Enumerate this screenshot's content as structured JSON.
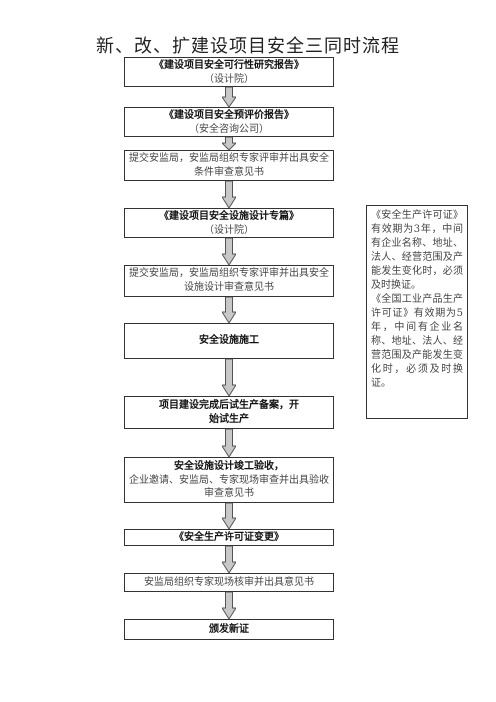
{
  "title": "新、改、扩建设项目安全三同时流程",
  "steps": [
    {
      "main": "《建设项目安全可行性研究报告》",
      "sub": "（设计院）"
    },
    {
      "main": "《建设项目安全预评价报告》",
      "sub": "（安全咨询公司）"
    },
    {
      "main": "提交安监局，安监局组织专家评审并出具安全条件审查意见书"
    },
    {
      "main": "《建设项目安全设施设计专篇》",
      "sub": "（设计院）"
    },
    {
      "main": "提交安监局，安监局组织专家评审并出具安全设施设计审查意见书"
    },
    {
      "main": "安全设施施工"
    },
    {
      "main": "项目建设完成后试生产备案，开始试生产"
    },
    {
      "main": "安全设施设计竣工验收，",
      "sub": "企业邀请、安监局、专家现场审查并出具验收审查意见书"
    },
    {
      "main": "《安全生产许可证变更》"
    },
    {
      "main": "安监局组织专家现场核审并出具意见书"
    },
    {
      "main": "颁发新证"
    }
  ],
  "note": {
    "p1": "《安全生产许可证》有效期为3年，中间有企业名称、地址、法人、经营范围及产能发生变化时，必须及时换证。",
    "p2": "《全国工业产品生产许可证》有效期为5年，中间有企业名称、地址、法人、经营范围及产能发生变化时，必须及时换证。"
  }
}
